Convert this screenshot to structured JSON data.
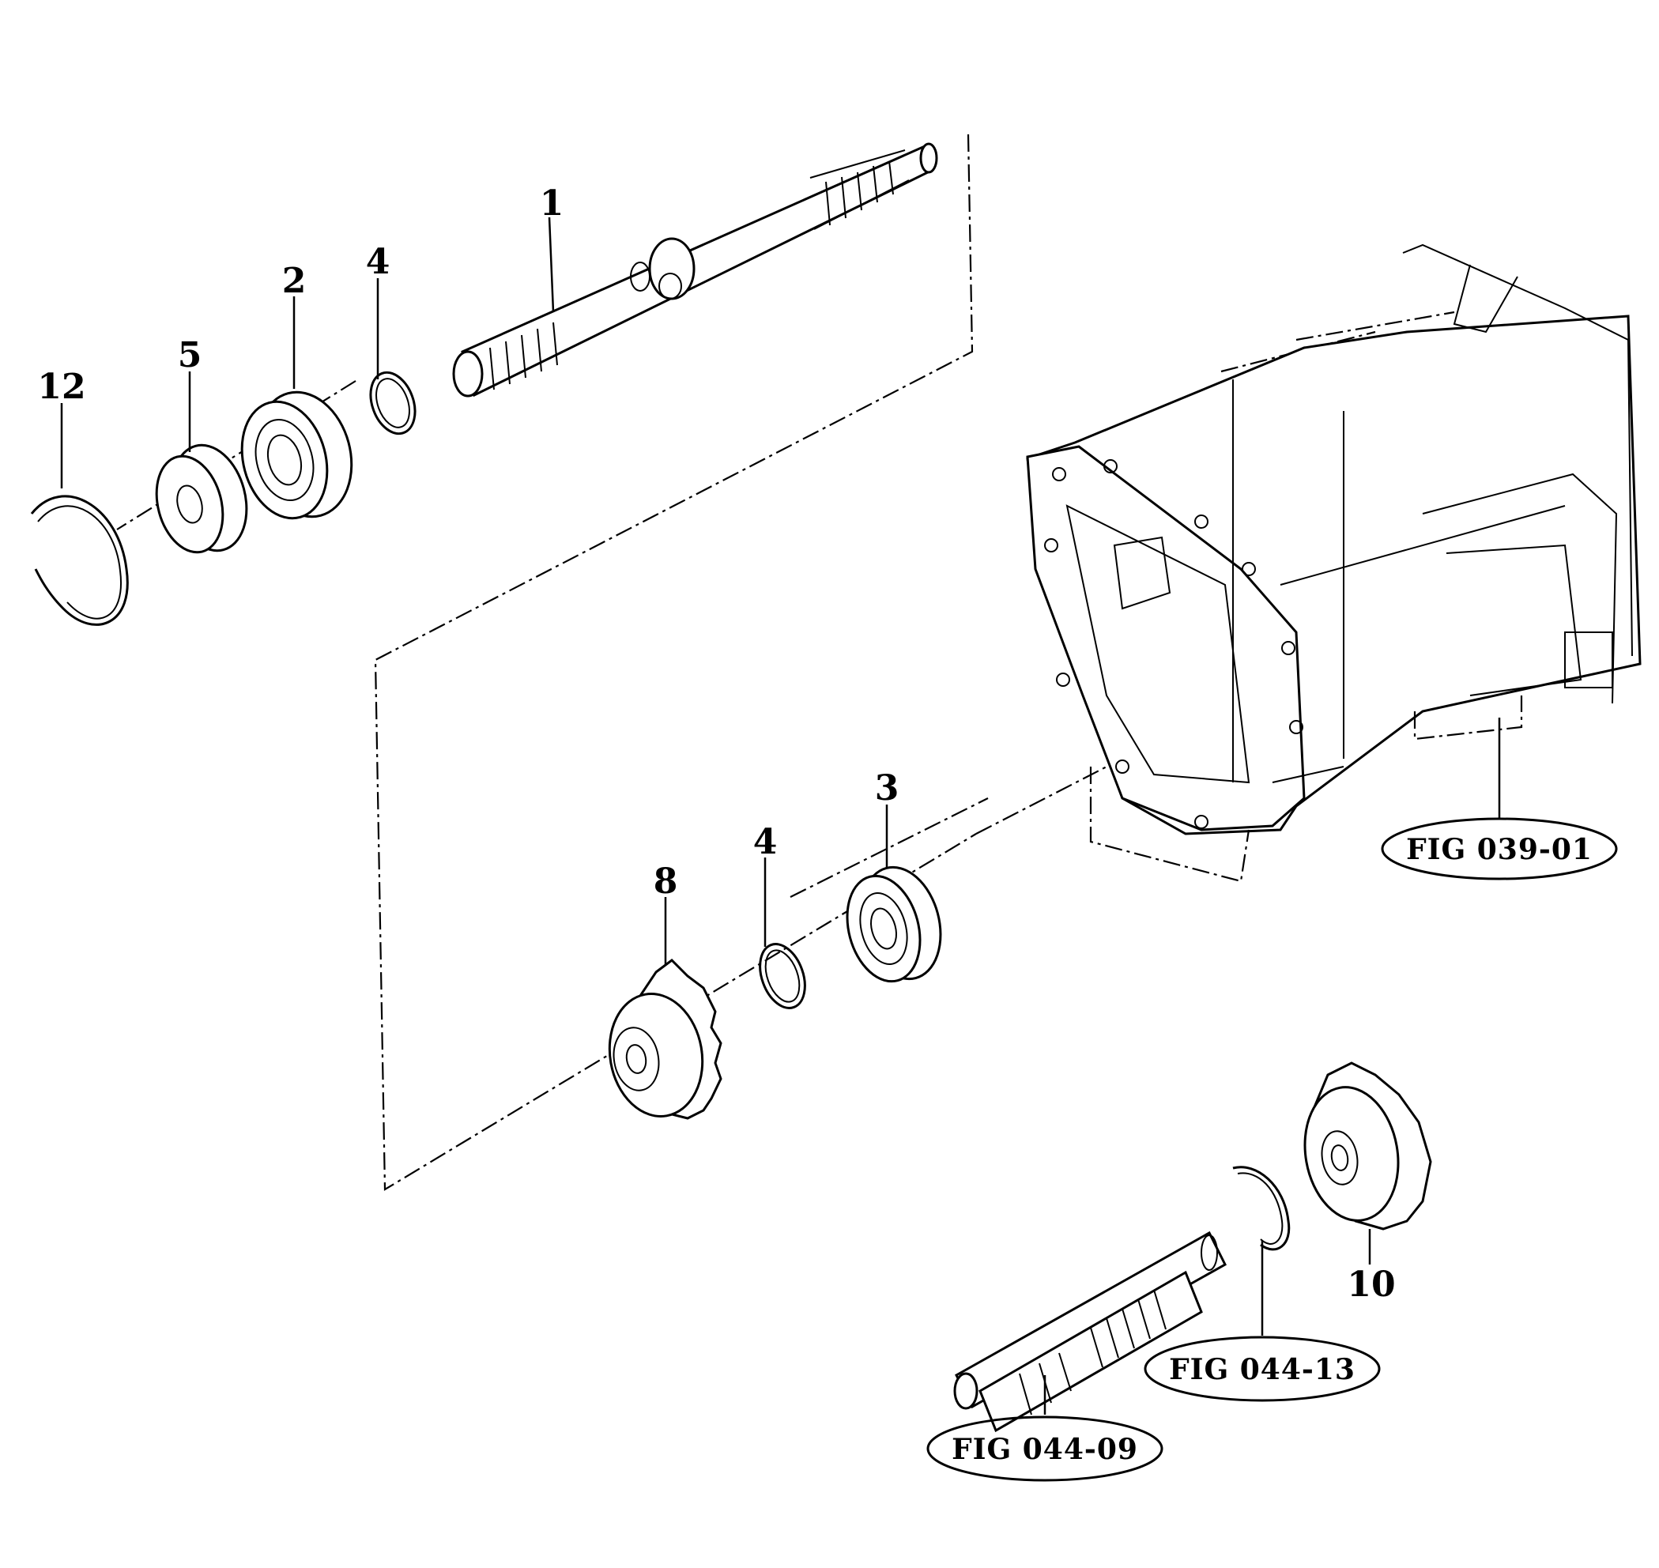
{
  "part_labels": {
    "p1": "1",
    "p2": "2",
    "p3": "3",
    "p4a": "4",
    "p4b": "4",
    "p5": "5",
    "p8": "8",
    "p10": "10",
    "p12": "12"
  },
  "figure_refs": {
    "housing": "FIG 039-01",
    "snap_ring": "FIG 044-13",
    "shaft": "FIG 044-09"
  },
  "colors": {
    "line": "#000000",
    "background": "#ffffff"
  }
}
